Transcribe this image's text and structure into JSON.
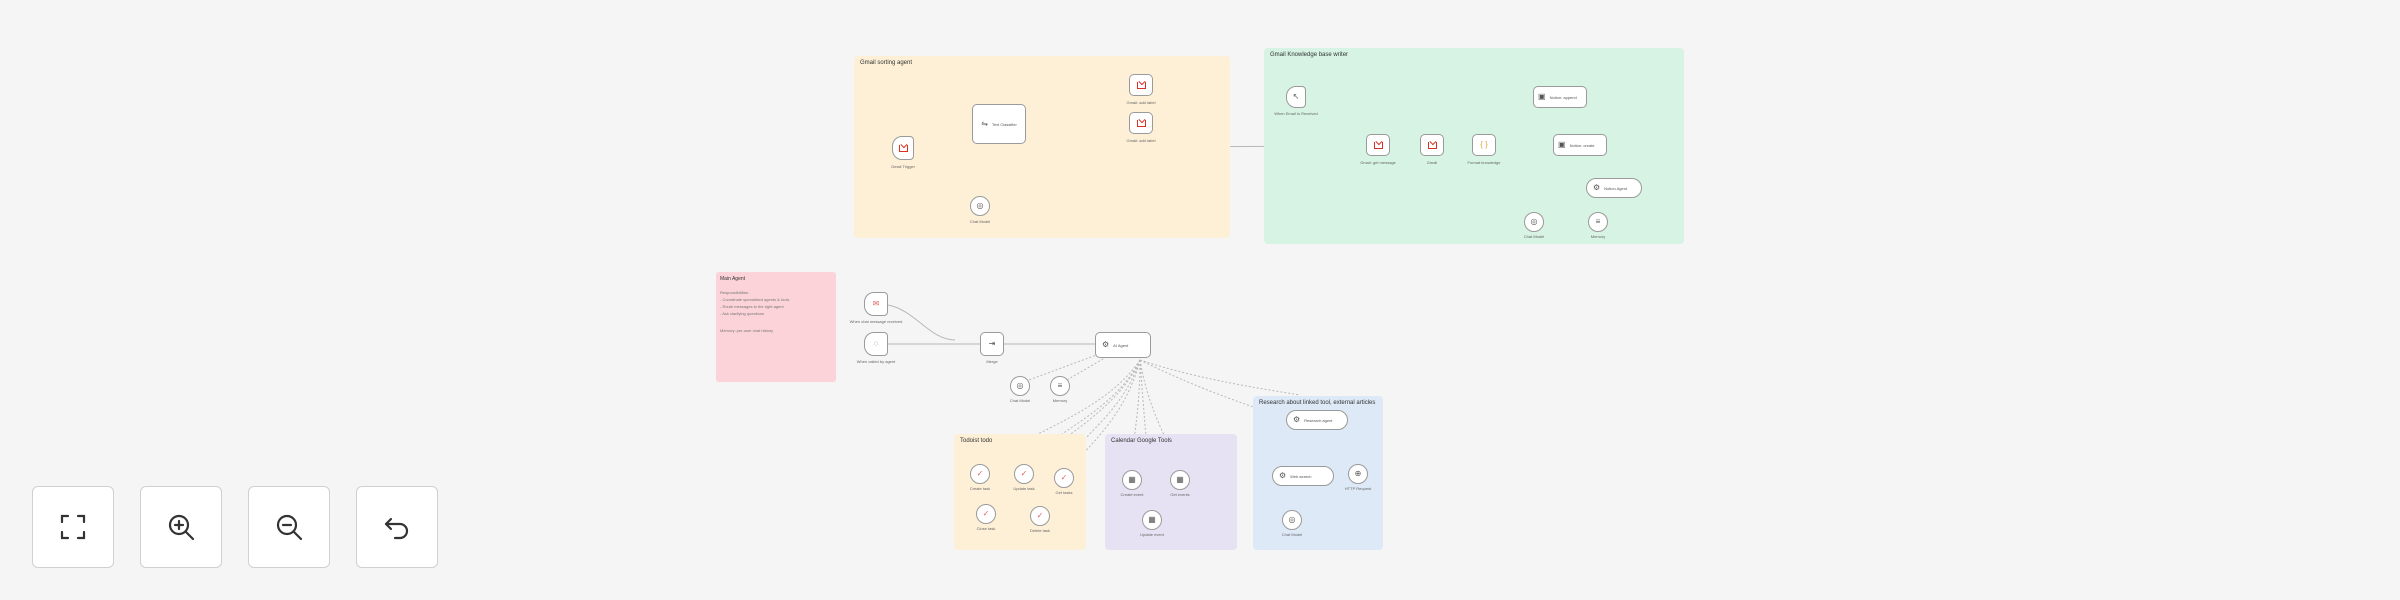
{
  "colors": {
    "background": "#f5f5f5",
    "group_yellow": "#fdf0d6",
    "group_green": "#d6f3e3",
    "group_purple": "#e6e2f3",
    "group_blue": "#dde9f7",
    "note_pink": "#fbd3d9",
    "edge": "#b8b8b8"
  },
  "groups": {
    "sorting": {
      "title": "Gmail sorting agent"
    },
    "knowledge": {
      "title": "Gmail Knowledge base writer"
    },
    "todo": {
      "title": "Todoist todo"
    },
    "calendar": {
      "title": "Calendar Google Tools"
    },
    "research": {
      "title": "Research about linked tool, external articles"
    }
  },
  "note": {
    "title": "Main Agent",
    "lines": [
      "Responsibilities:",
      "- Coordinate specialised agents & tools",
      "- Route messages to the right agent",
      "- Ask clarifying questions",
      "",
      "Memory: per-user chat history"
    ]
  },
  "nodes": {
    "gmail_trigger": {
      "label": "Gmail Trigger",
      "icon": "gmail-icon"
    },
    "text_classifier": {
      "label": "Text Classifier",
      "icon": "classifier-icon"
    },
    "gmail_a": {
      "label": "Gmail: add label",
      "icon": "gmail-icon"
    },
    "gmail_b": {
      "label": "Gmail: add label",
      "icon": "gmail-icon"
    },
    "classifier_model": {
      "label": "Chat Model",
      "icon": "model-icon"
    },
    "kb_trigger": {
      "label": "When Email Is Received",
      "icon": "pointer-icon"
    },
    "kb_gmail_1": {
      "label": "Gmail: get message",
      "icon": "gmail-icon"
    },
    "kb_gmail_2": {
      "label": "Gmail",
      "icon": "gmail-icon"
    },
    "kb_code": {
      "label": "Format knowledge",
      "icon": "code-icon"
    },
    "kb_notion_1": {
      "label": "Notion: append",
      "icon": "notion-icon"
    },
    "kb_notion_2": {
      "label": "Notion: create",
      "icon": "notion-icon"
    },
    "kb_agent": {
      "label": "Notion Agent",
      "icon": "agent-icon"
    },
    "kb_model": {
      "label": "Chat Model",
      "icon": "model-icon"
    },
    "kb_memory": {
      "label": "Memory",
      "icon": "memory-icon"
    },
    "chat_trigger_1": {
      "label": "When chat message received",
      "icon": "chat-icon"
    },
    "chat_trigger_2": {
      "label": "When called by agent",
      "icon": "chat-icon"
    },
    "merge": {
      "label": "Merge",
      "icon": "merge-icon"
    },
    "main_agent": {
      "label": "AI Agent",
      "icon": "agent-icon"
    },
    "main_model": {
      "label": "Chat Model",
      "icon": "model-icon"
    },
    "main_memory": {
      "label": "Memory",
      "icon": "memory-icon"
    },
    "todo_1": {
      "label": "Create task",
      "icon": "todo-icon"
    },
    "todo_2": {
      "label": "Update task",
      "icon": "todo-icon"
    },
    "todo_3": {
      "label": "Get tasks",
      "icon": "todo-icon"
    },
    "todo_4": {
      "label": "Close task",
      "icon": "todo-icon"
    },
    "todo_5": {
      "label": "Delete task",
      "icon": "todo-icon"
    },
    "cal_1": {
      "label": "Create event",
      "icon": "calendar-icon"
    },
    "cal_2": {
      "label": "Get events",
      "icon": "calendar-icon"
    },
    "cal_3": {
      "label": "Update event",
      "icon": "calendar-icon"
    },
    "res_1": {
      "label": "Research agent",
      "icon": "agent-icon"
    },
    "res_2": {
      "label": "Web search",
      "icon": "agent-icon"
    },
    "res_3": {
      "label": "HTTP Request",
      "icon": "http-icon"
    },
    "res_4": {
      "label": "Chat Model",
      "icon": "model-icon"
    }
  },
  "controls": [
    {
      "name": "fit-view-button",
      "icon": "fit-view-icon"
    },
    {
      "name": "zoom-in-button",
      "icon": "zoom-in-icon"
    },
    {
      "name": "zoom-out-button",
      "icon": "zoom-out-icon"
    },
    {
      "name": "reset-button",
      "icon": "undo-icon"
    }
  ]
}
